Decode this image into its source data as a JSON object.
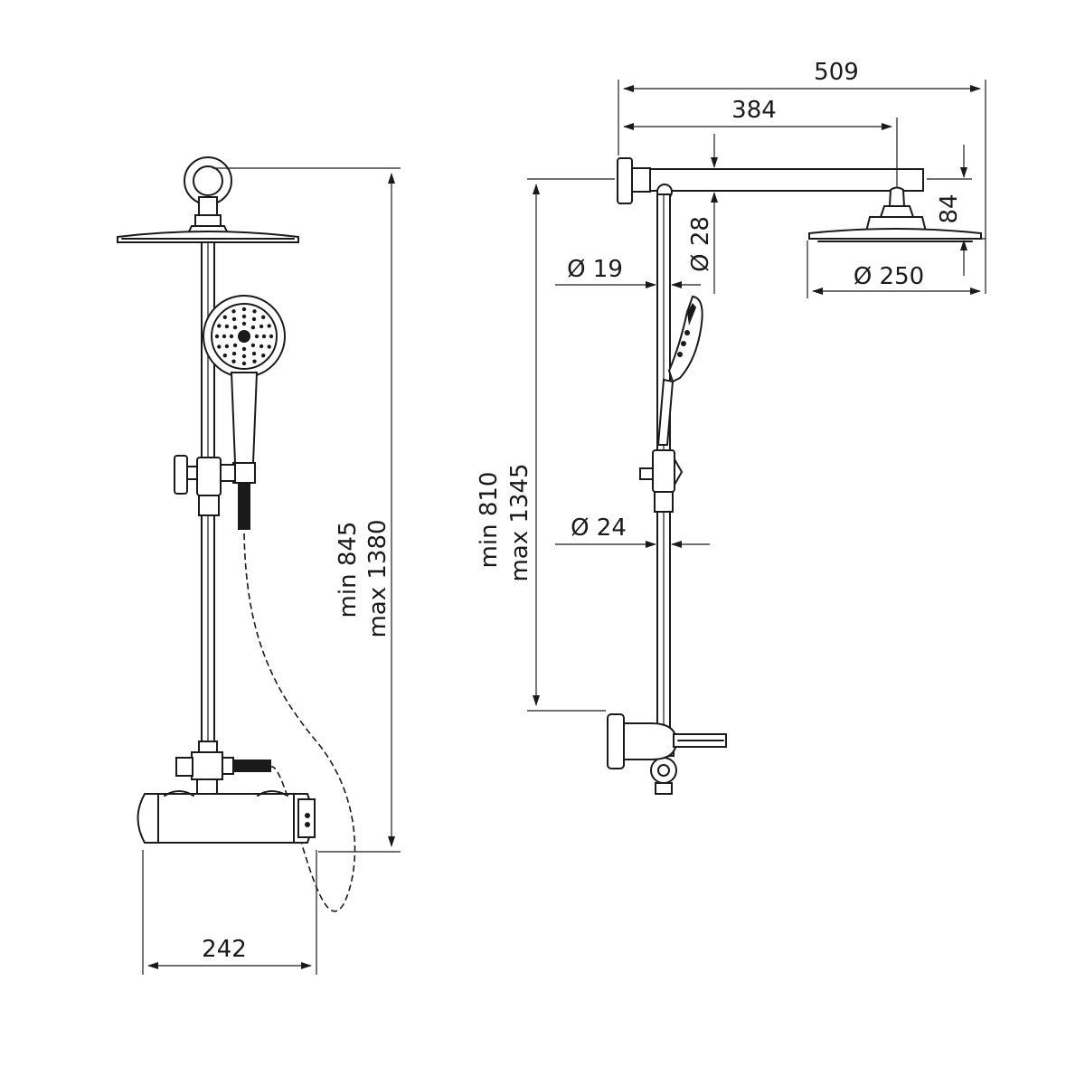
{
  "front_view": {
    "height_range": {
      "min": "min 845",
      "max": "max 1380"
    },
    "mixer_width": "242"
  },
  "side_view": {
    "total_depth": "509",
    "arm_length": "384",
    "head_height": "84",
    "height_range": {
      "min": "min 810",
      "max": "max 1345"
    },
    "diameters": {
      "upper_pipe": "Ø 19",
      "arm": "Ø 28",
      "lower_pipe": "Ø 24",
      "head": "Ø 250"
    }
  }
}
